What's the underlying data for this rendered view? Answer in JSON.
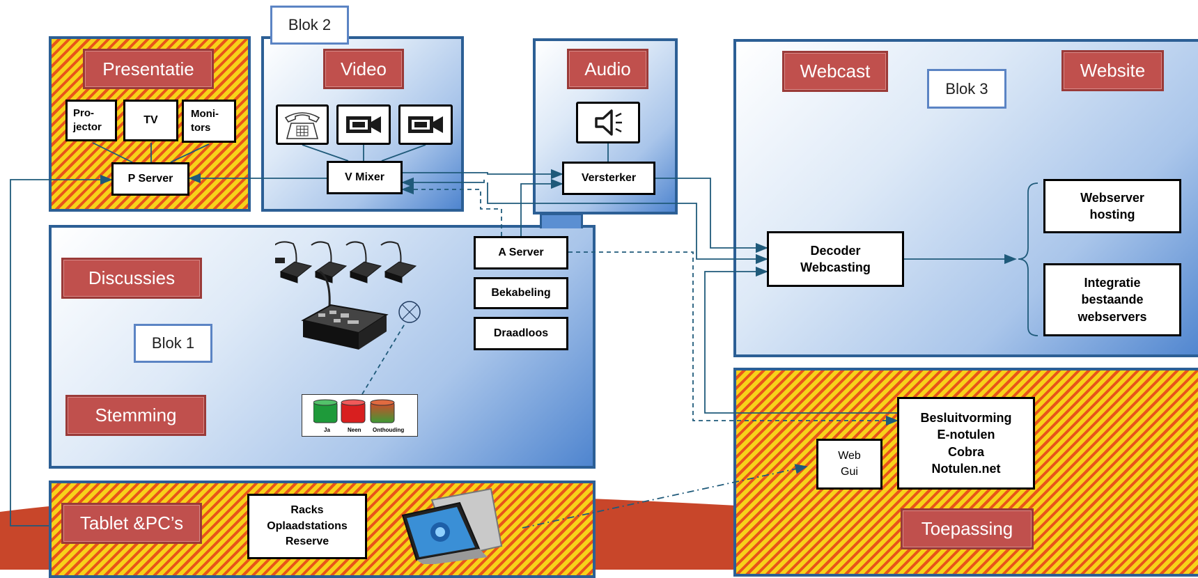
{
  "blocks": {
    "blok1": "Blok 1",
    "blok2": "Blok 2",
    "blok3": "Blok 3"
  },
  "labels": {
    "presentatie": "Presentatie",
    "video": "Video",
    "audio": "Audio",
    "webcast": "Webcast",
    "website": "Website",
    "discussies": "Discussies",
    "stemming": "Stemming",
    "tablet": "Tablet &PC’s",
    "toepassing": "Toepassing"
  },
  "presentatie_devices": [
    {
      "lines": [
        "Pro-",
        "jector"
      ]
    },
    {
      "lines": [
        "TV"
      ]
    },
    {
      "lines": [
        "Moni-",
        "tors"
      ]
    }
  ],
  "boxes": {
    "pserver": "P Server",
    "vmixer": "V Mixer",
    "versterker": "Versterker",
    "aserver": "A Server",
    "bekabeling": "Bekabeling",
    "draadloos": "Draadloos",
    "decoder": [
      "Decoder",
      "Webcasting"
    ],
    "webserver": [
      "Webserver",
      "hosting"
    ],
    "integratie": [
      "Integratie",
      "bestaande",
      "webservers"
    ],
    "besluit": [
      "Besluitvorming",
      "E-notulen",
      "Cobra",
      "Notulen.net"
    ],
    "webgui": [
      "Web",
      "Gui"
    ],
    "racks": [
      "Racks",
      "Oplaadstations",
      "Reserve"
    ]
  },
  "vote_labels": {
    "ja": "Ja",
    "neen": "Neen",
    "onthouding": "Onthouding"
  },
  "icons": [
    "telephone-icon",
    "video-camera-icon",
    "video-camera-icon",
    "speaker-icon",
    "microphone-conference-icon",
    "voting-unit-icon",
    "wireless-receiver-icon",
    "tablet-icon"
  ],
  "colors": {
    "frame": "#2c5f95",
    "label": "#c0504d",
    "hatch_yellow": "#f7d21a",
    "hatch_orange": "#e8541a",
    "connector": "#1f5a7a",
    "backdrop": "#c8462a"
  }
}
